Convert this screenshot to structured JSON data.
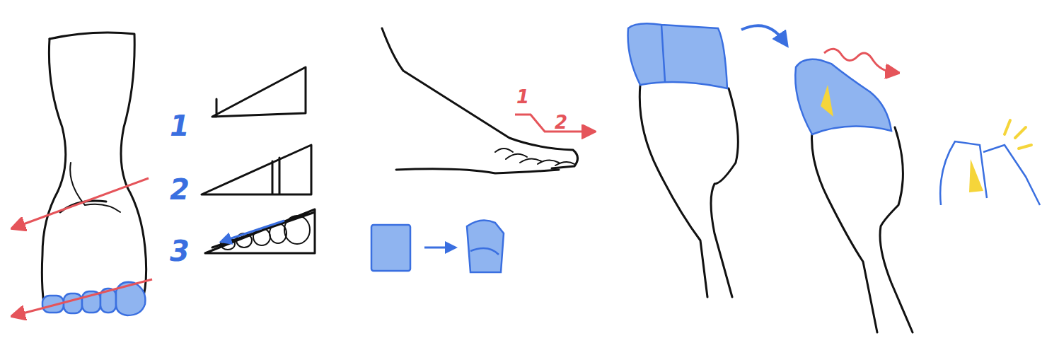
{
  "diagram": {
    "labels": [
      "1",
      "2",
      "3",
      "1",
      "2"
    ]
  }
}
